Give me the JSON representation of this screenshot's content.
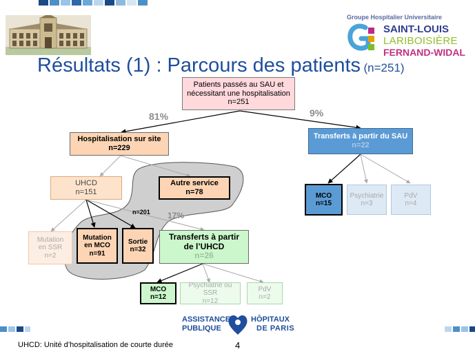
{
  "header": {
    "institution_line1": "Groupe Hospitalier Universitaire",
    "institution_line2": "SAINT-LOUIS",
    "institution_line3": "LARIBOISIÈRE",
    "institution_line4": "FERNAND-WIDAL",
    "logo_mark": "GH"
  },
  "slide": {
    "title": "Résultats (1) : Parcours des patients",
    "title_n": "(n=251)",
    "footnote": "UHCD: Unité d’hospitalisation de courte durée",
    "page_number": "4"
  },
  "footer_logo": {
    "left_line1": "ASSISTANCE",
    "left_line2": "PUBLIQUE",
    "right_line1": "HÔPITAUX",
    "right_line2": "DE PARIS"
  },
  "diagram": {
    "root": {
      "line1": "Patients passés au SAU et",
      "line2": "nécessitant une hospitalisation",
      "line3": "n=251"
    },
    "pct_site": "81%",
    "pct_transfer": "9%",
    "site": {
      "line1": "Hospitalisation sur site",
      "line2": "n=229"
    },
    "transfer_sau": {
      "line1": "Transferts à partir du SAU",
      "line2": "n=22"
    },
    "uhcd": {
      "line1": "UHCD",
      "line2": "n=151"
    },
    "autre": {
      "line1": "Autre service",
      "line2": "n=78"
    },
    "n201": "n=201",
    "pct_uhcd": "17%",
    "mut_ssr": {
      "line1": "Mutation",
      "line2": "en SSR",
      "line3": "n=2"
    },
    "mut_mco": {
      "line1": "Mutation",
      "line2": "en MCO",
      "line3": "n=91"
    },
    "sortie": {
      "line1": "Sortie",
      "line2": "n=32"
    },
    "transfer_uhcd": {
      "line1": "Transferts à partir",
      "line2": "de l’UHCD",
      "line3": "n=26"
    },
    "sau_mco": {
      "line1": "MCO",
      "line2": "n=15"
    },
    "sau_psy": {
      "line1": "Psychiatrie",
      "line2": "n=3"
    },
    "sau_pdv": {
      "line1": "PdV",
      "line2": "n=4"
    },
    "uhcd_mco": {
      "line1": "MCO",
      "line2": "n=12"
    },
    "uhcd_psy": {
      "line1": "Psychiatrie ou SSR",
      "line2": "n=12"
    },
    "uhcd_pdv": {
      "line1": "PdV",
      "line2": "n=2"
    }
  },
  "colors": {
    "title": "#1f4e9c",
    "root_fill": "#ffd9dc",
    "orange_fill": "#fdd5b4",
    "orange_fill_faded": "#fdeee3",
    "blue_fill": "#5b9bd5",
    "blue_fill_faded": "#dde9f5",
    "green_fill": "#ccf7cc",
    "green_fill_faded": "#ecfbec",
    "blob_fill": "#cfcfcf"
  }
}
